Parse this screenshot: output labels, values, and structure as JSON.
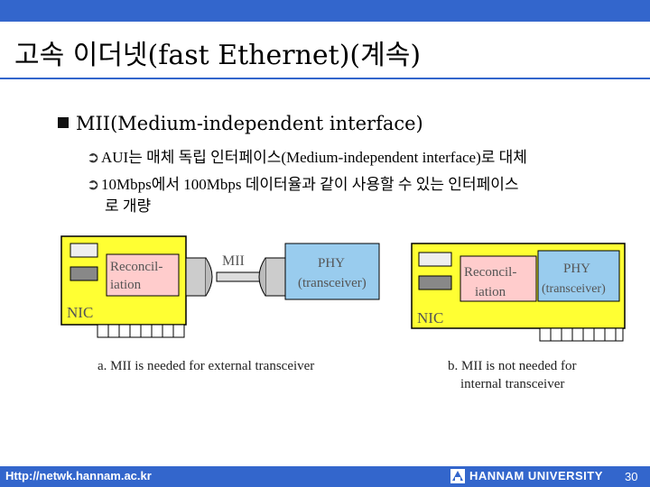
{
  "slide": {
    "title": "고속 이더넷(fast Ethernet)(계속)",
    "bullet": "MII(Medium-independent interface)",
    "sub_bullets": [
      "AUI는 매체 독립 인터페이스(Medium-independent interface)로 대체",
      "10Mbps에서 100Mbps 데이터율과 같이 사용할 수 있는 인터페이스",
      "로 개량"
    ]
  },
  "figure": {
    "left": {
      "reconciliation": [
        "Reconcil-",
        "iation"
      ],
      "phy": [
        "PHY",
        "(transceiver)"
      ],
      "mii_label": "MII",
      "nic_label": "NIC",
      "caption": "a. MII is needed for external transceiver"
    },
    "right": {
      "reconciliation": [
        "Reconcil-",
        "iation"
      ],
      "phy": [
        "PHY",
        "(transceiver)"
      ],
      "nic_label": "NIC",
      "caption": [
        "b. MII is not needed for",
        "internal transceiver"
      ]
    }
  },
  "footer": {
    "url": "Http://netwk.hannam.ac.kr",
    "university": "HANNAM UNIVERSITY",
    "page": "30"
  },
  "colors": {
    "bar": "#3366cc",
    "nic_board": "#ffff33",
    "reconciliation": "#ffcccc",
    "phy": "#99ccee"
  }
}
